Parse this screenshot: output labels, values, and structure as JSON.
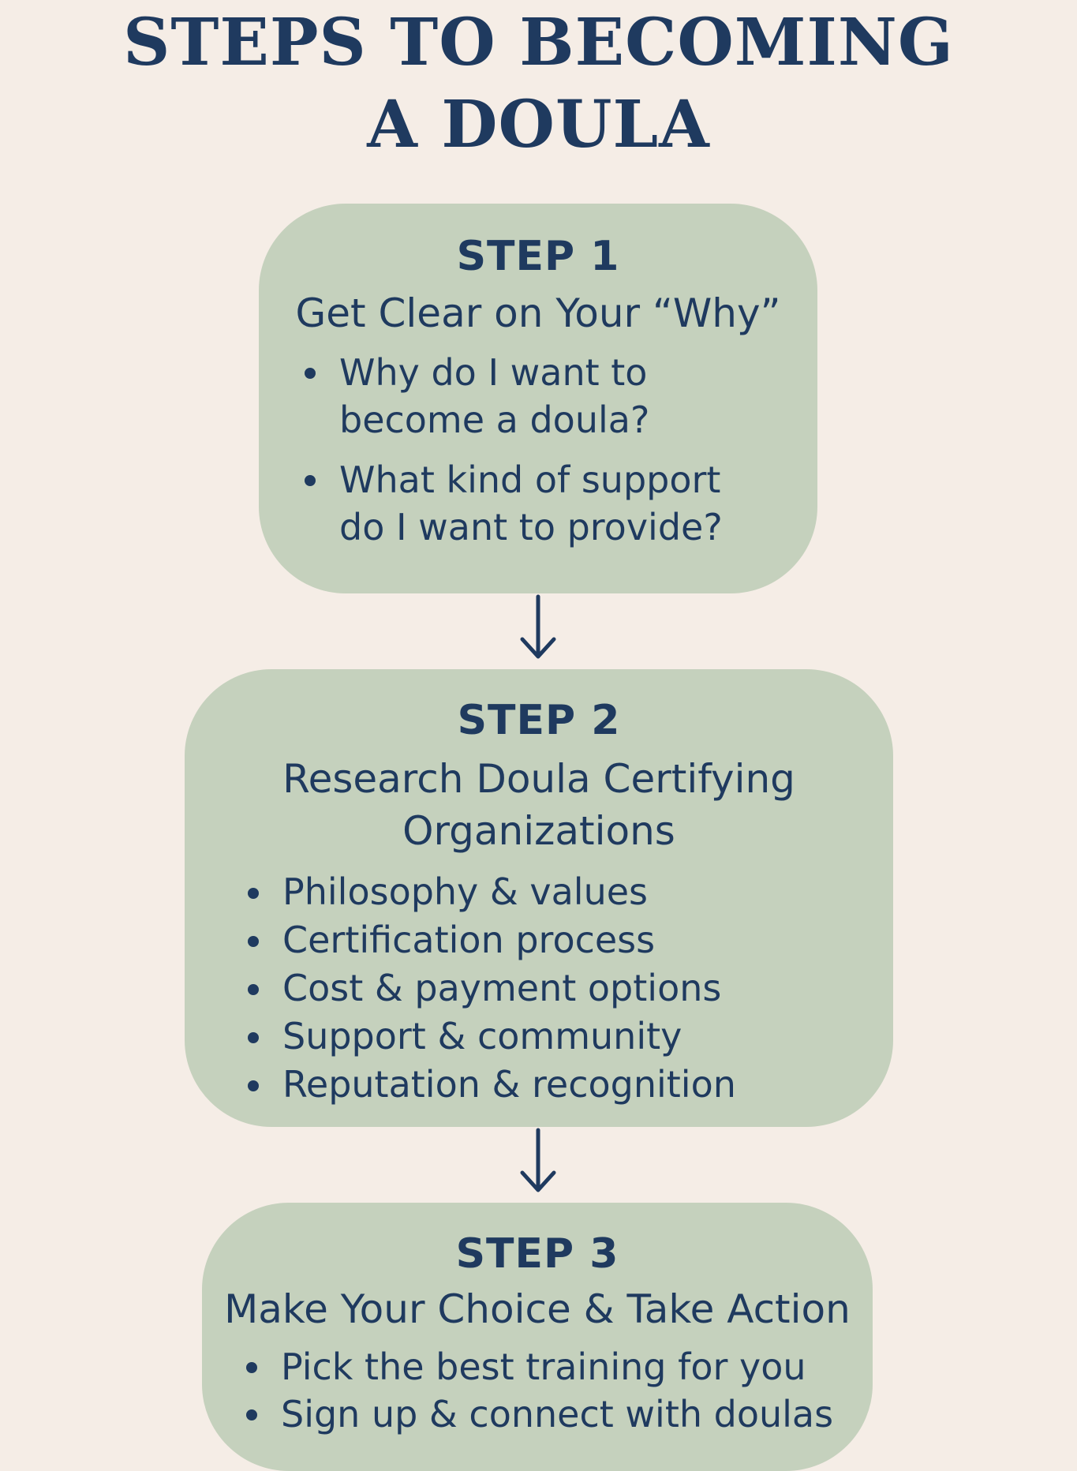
{
  "title": {
    "line1": "STEPS TO BECOMING",
    "line2": "A DOULA"
  },
  "steps": [
    {
      "label": "STEP 1",
      "title": "Get Clear on Your “Why”",
      "bullets": [
        "Why do I want to become a doula?",
        "What kind of support do I want to provide?"
      ]
    },
    {
      "label": "STEP 2",
      "title": "Research Doula Certifying Organizations",
      "bullets": [
        "Philosophy & values",
        "Certification process",
        "Cost & payment options",
        "Support & community",
        "Reputation & recognition"
      ]
    },
    {
      "label": "STEP 3",
      "title": "Make Your Choice & Take Action",
      "bullets": [
        "Pick the best training for you",
        "Sign up & connect with doulas"
      ]
    }
  ],
  "colors": {
    "background": "#f5ede6",
    "box": "#c5d1bd",
    "text": "#1f3a5f"
  }
}
